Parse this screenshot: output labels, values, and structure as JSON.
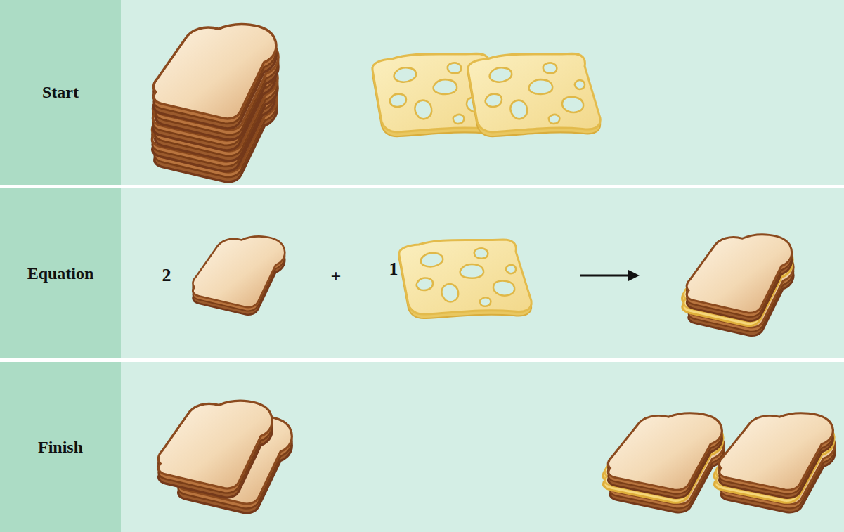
{
  "diagram": {
    "nodes": [
      {
        "text": [
          "Start"
        ]
      },
      {
        "text": [
          "Equation"
        ]
      },
      {
        "text": [
          "Finish"
        ]
      }
    ],
    "labels": [
      "2",
      "+",
      "1"
    ]
  }
}
